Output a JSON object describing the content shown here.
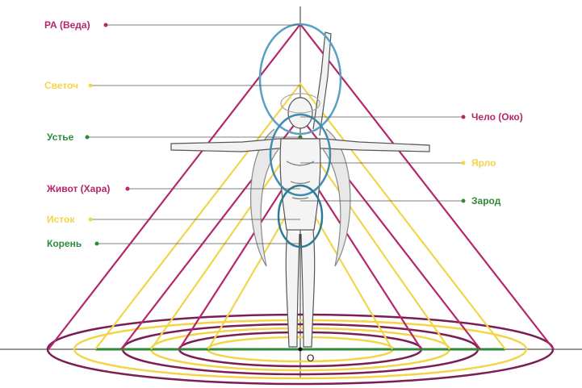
{
  "labels": {
    "ra": "РА (Веда)",
    "svetoch": "Светоч",
    "ustye": "Устье",
    "zhivot": "Живот (Хара)",
    "istok": "Исток",
    "koren": "Корень",
    "chelo": "Чело (Око)",
    "yarlo": "Ярло",
    "zarod": "Зарод",
    "origin": "О"
  },
  "colors": {
    "magenta": "#b5266d",
    "yellow": "#f2d54a",
    "green": "#2f8a3a",
    "purple": "#7a1f55",
    "blue": "#5aa0c2",
    "axis": "#333333"
  }
}
